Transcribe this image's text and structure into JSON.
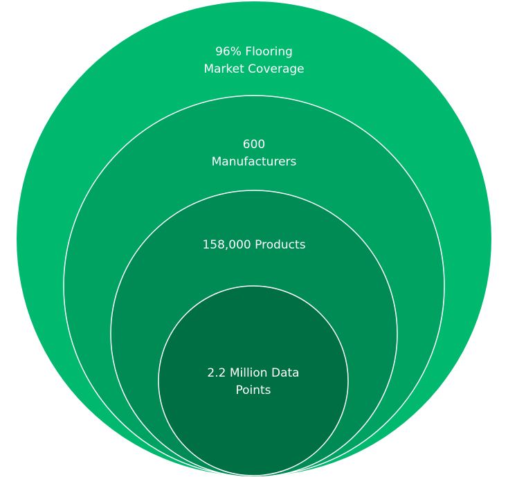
{
  "diagram": {
    "type": "nested-circles",
    "levels": [
      {
        "lines": [
          "96% Flooring",
          "Market Coverage"
        ],
        "color": "#00b96f"
      },
      {
        "lines": [
          "600",
          "Manufacturers"
        ],
        "color": "#00a262"
      },
      {
        "lines": [
          "158,000 Products"
        ],
        "color": "#008a54"
      },
      {
        "lines": [
          "2.2 Million Data",
          "Points"
        ],
        "color": "#006f43"
      }
    ],
    "stroke_color": "#ffffff"
  }
}
